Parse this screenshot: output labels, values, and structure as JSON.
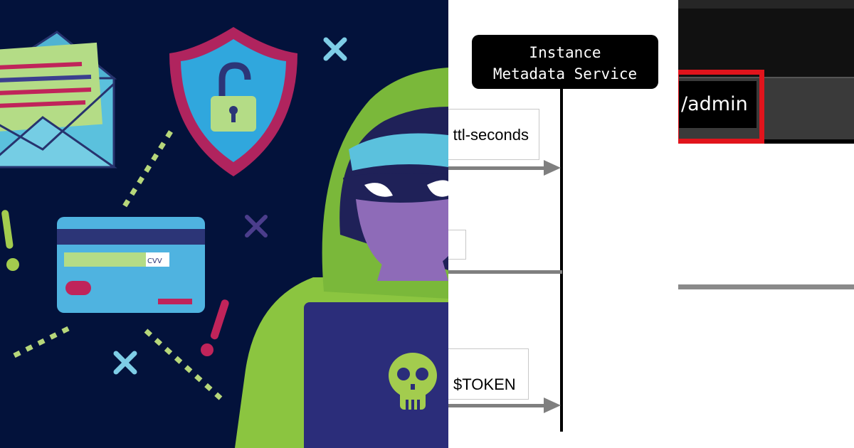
{
  "left_panel": {
    "card_text": "CVV",
    "icons": [
      "envelope-icon",
      "shield-lock-icon",
      "credit-card-icon",
      "hacker-icon",
      "laptop-icon",
      "skull-icon"
    ]
  },
  "middle_panel": {
    "header_line1": "Instance",
    "header_line2": "Metadata Service",
    "message1": "ttl-seconds",
    "message2": "",
    "message3": "$TOKEN"
  },
  "right_panel": {
    "field_text": "/admin",
    "highlight_color": "#e1141c"
  }
}
